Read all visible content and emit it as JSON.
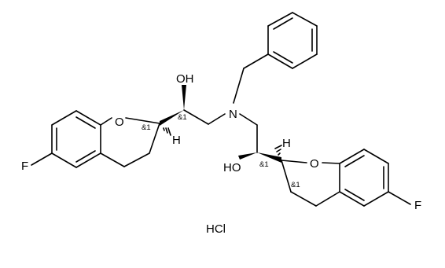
{
  "molecule": {
    "atoms": {
      "o_left_ring": "O",
      "f_left": "F",
      "h_left": "H",
      "oh_left": "OH",
      "n_center": "N",
      "ho_right": "HO",
      "o_right_ring": "O",
      "f_right": "F",
      "h_right": "H"
    },
    "stereo_labels": {
      "s1": "&1",
      "s2": "&1",
      "s3": "&1",
      "s4": "&1"
    },
    "salt": "HCl"
  }
}
